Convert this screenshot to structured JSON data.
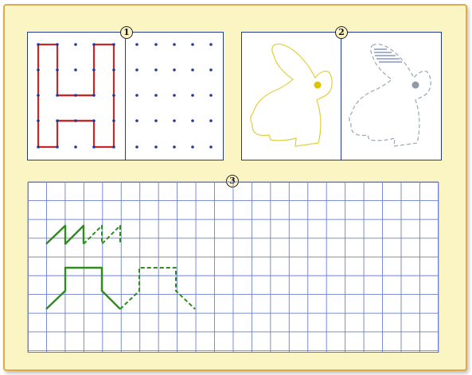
{
  "exercises": [
    {
      "number": "1"
    },
    {
      "number": "2"
    },
    {
      "number": "3"
    }
  ],
  "colors": {
    "frame_border": "#e0a94a",
    "background": "#fbf5c4",
    "grid_blue": "#1f3a9a",
    "letter_red": "#c62828",
    "dot_blue": "#1f3a9a",
    "rabbit_outline": "#e0cf3a",
    "rabbit_eye_yellow": "#d9c600",
    "rabbit_dashed": "#9aa7b6",
    "rabbit_eye_grey": "#8f9aa6",
    "path_green": "#2e8b1e"
  },
  "icons": [
    "letter-h-pattern",
    "rabbit-outline",
    "rabbit-dashed-outline"
  ]
}
